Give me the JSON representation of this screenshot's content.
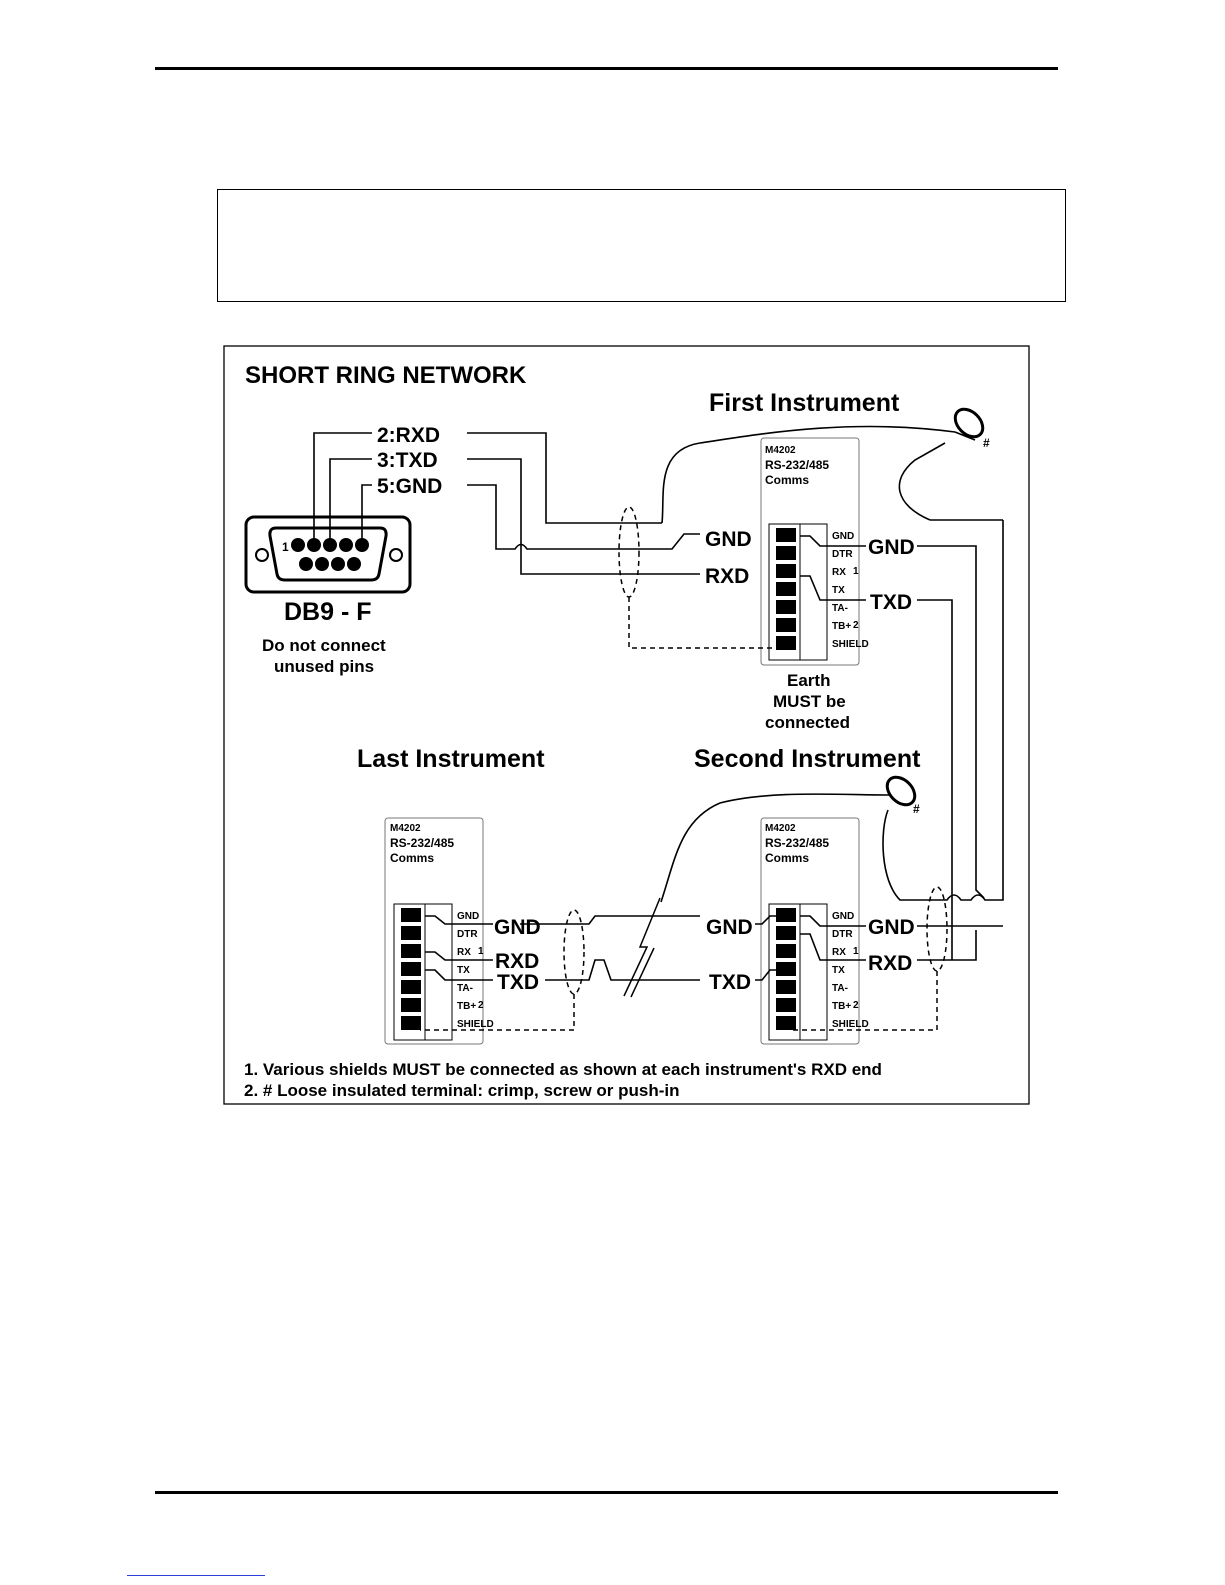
{
  "diagram": {
    "title": "SHORT RING NETWORK",
    "first_instrument": "First Instrument",
    "second_instrument": "Second Instrument",
    "last_instrument": "Last Instrument",
    "db9": {
      "pin_rxd": "2:RXD",
      "pin_txd": "3:TXD",
      "pin_gnd": "5:GND",
      "pin1": "1",
      "label": "DB9 - F",
      "note_line1": "Do not connect",
      "note_line2": "unused pins"
    },
    "module": {
      "model": "M4202",
      "line2": "RS-232/485",
      "line3": "Comms",
      "terminals": [
        "GND",
        "DTR",
        "RX",
        "TX",
        "TA-",
        "TB+",
        "SHIELD"
      ],
      "group1": "1",
      "group2": "2"
    },
    "wires": {
      "gnd": "GND",
      "rxd": "RXD",
      "txd": "TXD"
    },
    "earth_line1": "Earth",
    "earth_line2": "MUST be",
    "earth_line3": "connected",
    "hash": "#",
    "notes": [
      "1. Various shields MUST be connected as shown at each instrument's RXD end",
      "2. # Loose insulated terminal: crimp, screw or push-in"
    ]
  }
}
